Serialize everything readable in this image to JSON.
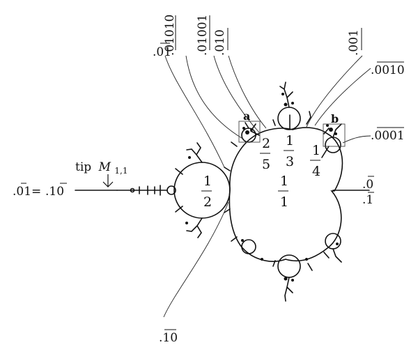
{
  "labels": {
    "top_01": ".01",
    "top_01010": ".01010",
    "top_01001": ".01001",
    "top_010": ".010",
    "top_001": ".001",
    "right_0010": ".0010",
    "right_0001": ".0001",
    "right_0": ".0",
    "right_1": ".1",
    "left_eq_a": ".01",
    "left_eq_sign": "=",
    "left_eq_b": ".10",
    "bottom_10": ".10",
    "tip_word": "tip",
    "tip_var": "M",
    "tip_sub": "1,1",
    "box_a": "a",
    "box_b": "b"
  },
  "fractions": {
    "half": {
      "num": "1",
      "den": "2"
    },
    "one": {
      "num": "1",
      "den": "1"
    },
    "third": {
      "num": "1",
      "den": "3"
    },
    "quarter": {
      "num": "1",
      "den": "4"
    },
    "two_fifths": {
      "num": "2",
      "den": "5"
    }
  }
}
